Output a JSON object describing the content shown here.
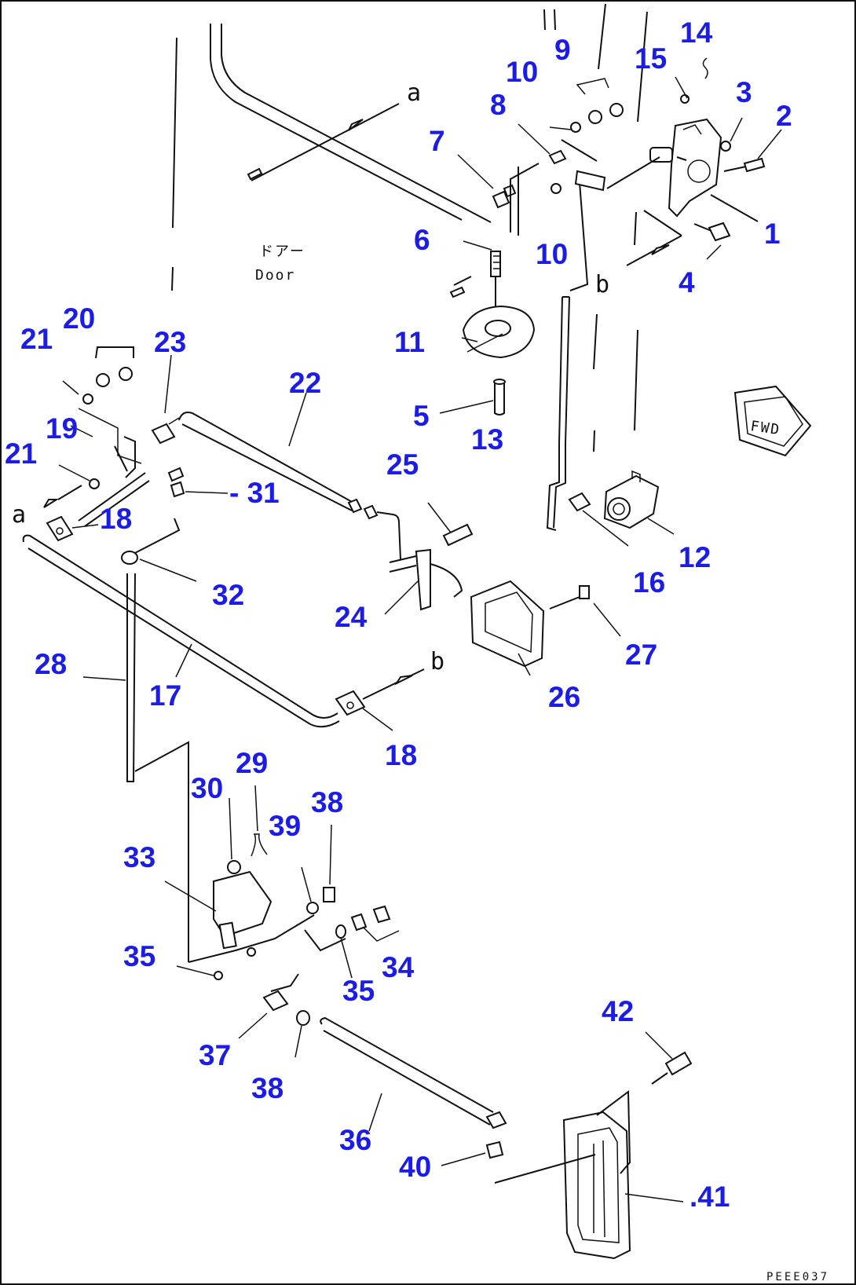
{
  "diagram": {
    "door_label_jp": "ドアー",
    "door_label_en": "Door",
    "fwd_label": "FWD",
    "drawing_code": "PEEE037",
    "ref_a": "a",
    "ref_b": "b"
  },
  "labels": {
    "l1": "1",
    "l2": "2",
    "l3": "3",
    "l4": "4",
    "l5": "5",
    "l6": "6",
    "l7": "7",
    "l8": "8",
    "l9": "9",
    "l10": "10",
    "l11": "11",
    "l12": "12",
    "l13": "13",
    "l14": "14",
    "l15": "15",
    "l16": "16",
    "l17": "17",
    "l18": "18",
    "l19": "19",
    "l20": "20",
    "l21": "21",
    "l22": "22",
    "l23": "23",
    "l24": "24",
    "l25": "25",
    "l26": "26",
    "l27": "27",
    "l28": "28",
    "l29": "29",
    "l30": "30",
    "l31": "- 31",
    "l32": "32",
    "l33": "33",
    "l34": "34",
    "l35": "35",
    "l36": "36",
    "l37": "37",
    "l38": "38",
    "l39": "39",
    "l40": "40",
    "l41": ".41",
    "l42": "42"
  },
  "colors": {
    "label": "#1c1ce8",
    "line": "#111111",
    "background": "#ffffff"
  }
}
